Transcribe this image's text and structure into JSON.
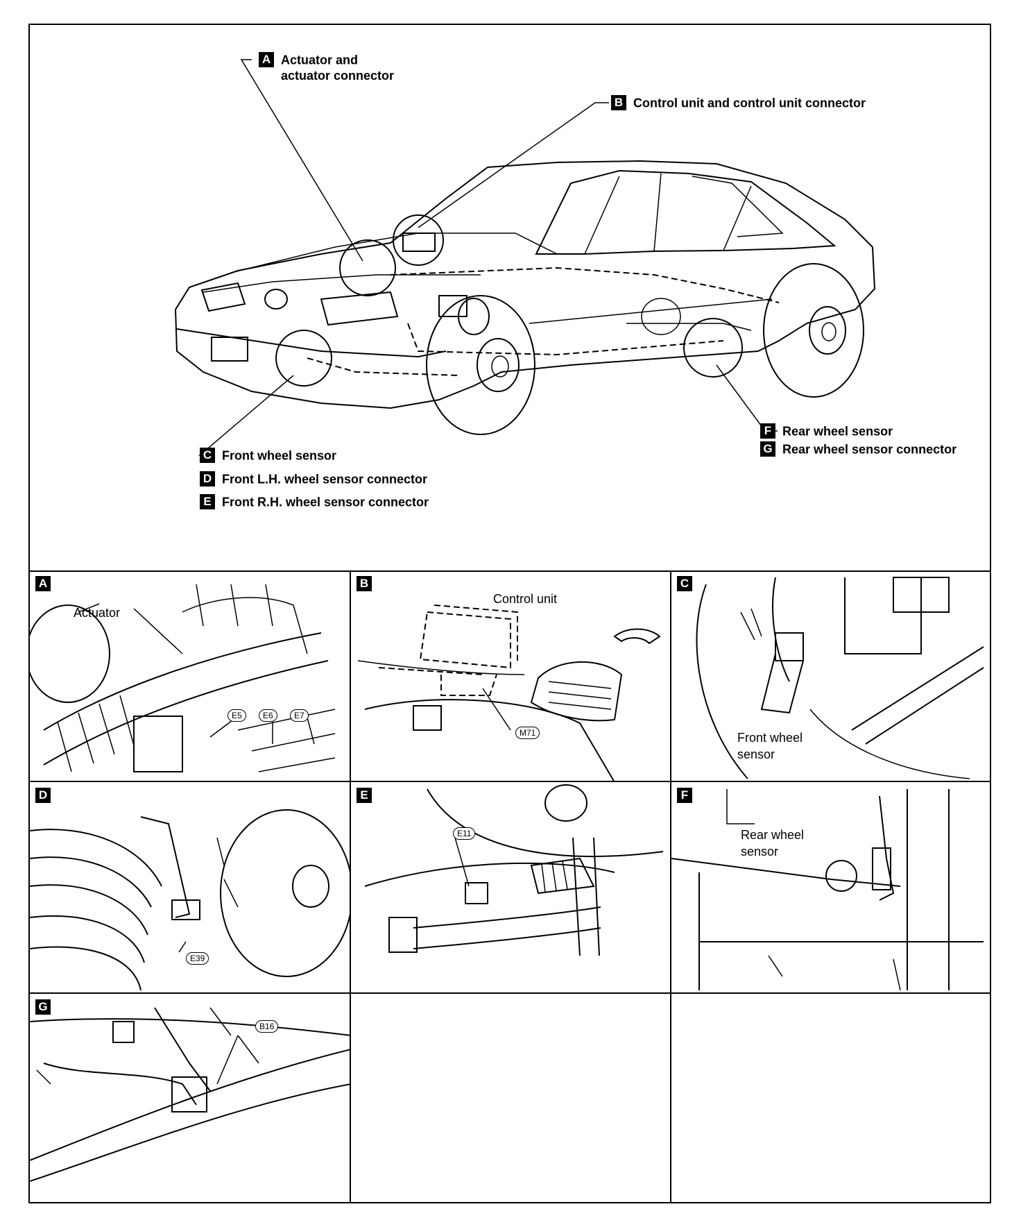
{
  "overview": {
    "callouts": [
      {
        "id": "A",
        "badge": "A",
        "line1": "Actuator and",
        "line2": "actuator connector"
      },
      {
        "id": "B",
        "badge": "B",
        "line1": "Control unit and control unit connector"
      },
      {
        "id": "C",
        "badge": "C",
        "line1": "Front wheel sensor"
      },
      {
        "id": "D",
        "badge": "D",
        "line1": "Front L.H. wheel sensor connector"
      },
      {
        "id": "E",
        "badge": "E",
        "line1": "Front R.H. wheel sensor connector"
      },
      {
        "id": "F",
        "badge": "F",
        "line1": "Rear wheel sensor"
      },
      {
        "id": "G",
        "badge": "G",
        "line1": "Rear wheel sensor connector"
      }
    ]
  },
  "panels": {
    "A": {
      "badge": "A",
      "label": "Actuator",
      "connectors": [
        "E5",
        "E6",
        "E7"
      ]
    },
    "B": {
      "badge": "B",
      "label": "Control unit",
      "connectors": [
        "M71"
      ]
    },
    "C": {
      "badge": "C",
      "label_line1": "Front wheel",
      "label_line2": "sensor"
    },
    "D": {
      "badge": "D",
      "connectors": [
        "E39"
      ]
    },
    "E": {
      "badge": "E",
      "connectors": [
        "E11"
      ]
    },
    "F": {
      "badge": "F",
      "label_line1": "Rear wheel",
      "label_line2": "sensor"
    },
    "G": {
      "badge": "G",
      "connectors": [
        "B16"
      ]
    }
  }
}
